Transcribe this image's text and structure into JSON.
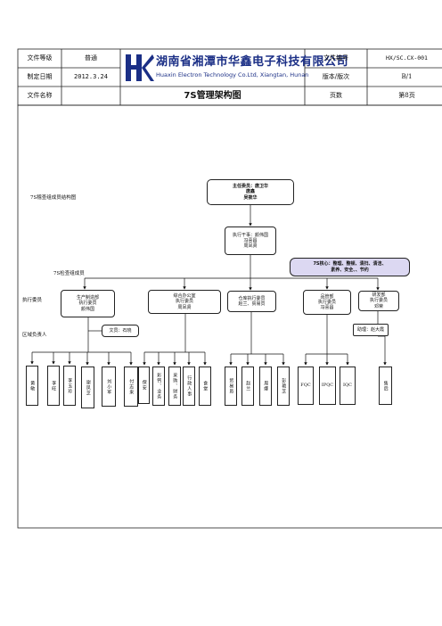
{
  "header": {
    "left_labels": [
      "文件等级",
      "制定日期",
      "文件名称"
    ],
    "left_values": [
      "普通",
      "2012.3.24"
    ],
    "company_cn": "湖南省湘潭市华鑫电子科技有限公司",
    "company_en": "Huaxin Electron Technology Co.Ltd, Xiangtan, Hunan",
    "doc_title": "7S管理架构图",
    "right_labels": [
      "文件编号",
      "版本/版次",
      "页数"
    ],
    "right_values": [
      "HX/SC.CX-001",
      "B/1",
      "第8页"
    ]
  },
  "labels": {
    "structure": "7S稽查组成员结构图",
    "inspection": "7S检查组成员",
    "executive": "执行委员",
    "area_lead": "区域负责人"
  },
  "top_box": [
    "主任委员：唐卫华",
    "唐鑫",
    "吴筱华"
  ],
  "exec_box": [
    "执行干事：颜伟国",
    "冯喜昌",
    "周凤贤"
  ],
  "core_box": [
    "7S核心：整理、整顿、清扫、清洁、",
    "素养、安全、、节约"
  ],
  "departments": [
    {
      "lines": [
        "生产制造部",
        "执行委员",
        "颜伟国"
      ]
    },
    {
      "lines": [
        "综合办公室",
        "执行委员",
        "周凤贤"
      ]
    },
    {
      "lines": [
        "仓库执行委员",
        "赵兰、贸易员"
      ]
    },
    {
      "lines": [
        "品管部",
        "执行委员",
        "冯喜昌"
      ]
    },
    {
      "lines": [
        "研发部",
        "执行委员",
        "邓荣"
      ]
    }
  ],
  "helpers": {
    "prod": "文员：石晓",
    "rd": "助理：赵大霞"
  },
  "members": [
    "黄敏",
    "李旺",
    "李玉珍",
    "谢凤芝",
    "刘小军",
    "付志来",
    "保安",
    "彩钙、业务",
    "采购、财务",
    "行政人事",
    "食堂",
    "贸易员",
    "赵兰",
    "周娜",
    "彭艳芝",
    "FQC",
    "IPQC",
    "IQC",
    "售后"
  ]
}
